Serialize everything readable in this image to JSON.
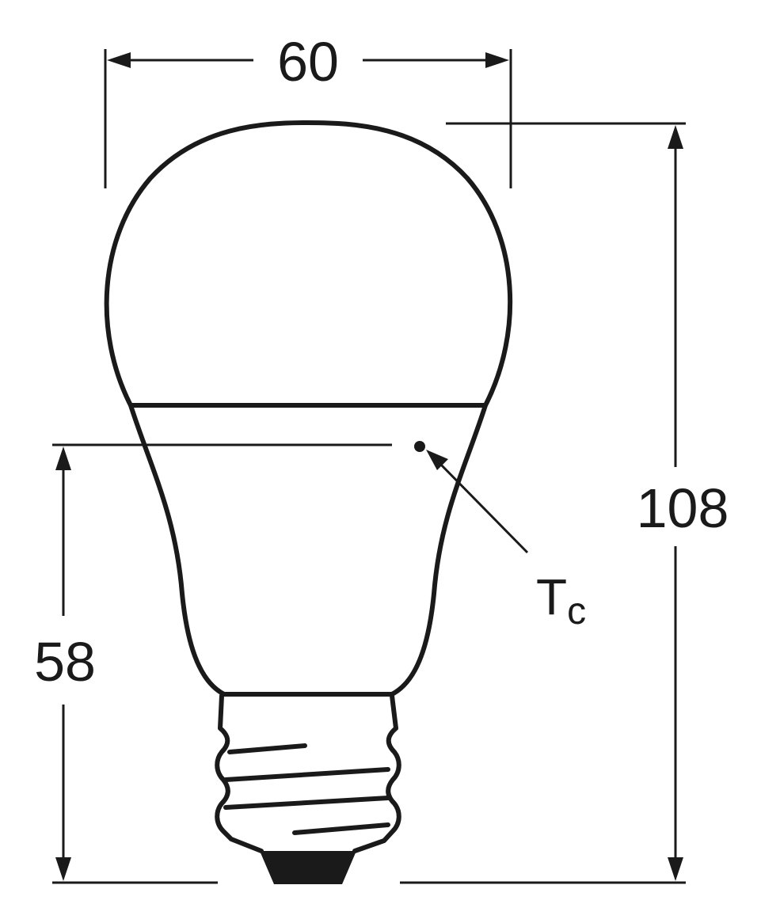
{
  "dimensions": {
    "width": "60",
    "total_height": "108",
    "tc_height": "58"
  },
  "labels": {
    "tc_main": "T",
    "tc_sub": "c"
  },
  "colors": {
    "line": "#1a1a1a",
    "background": "#ffffff"
  }
}
